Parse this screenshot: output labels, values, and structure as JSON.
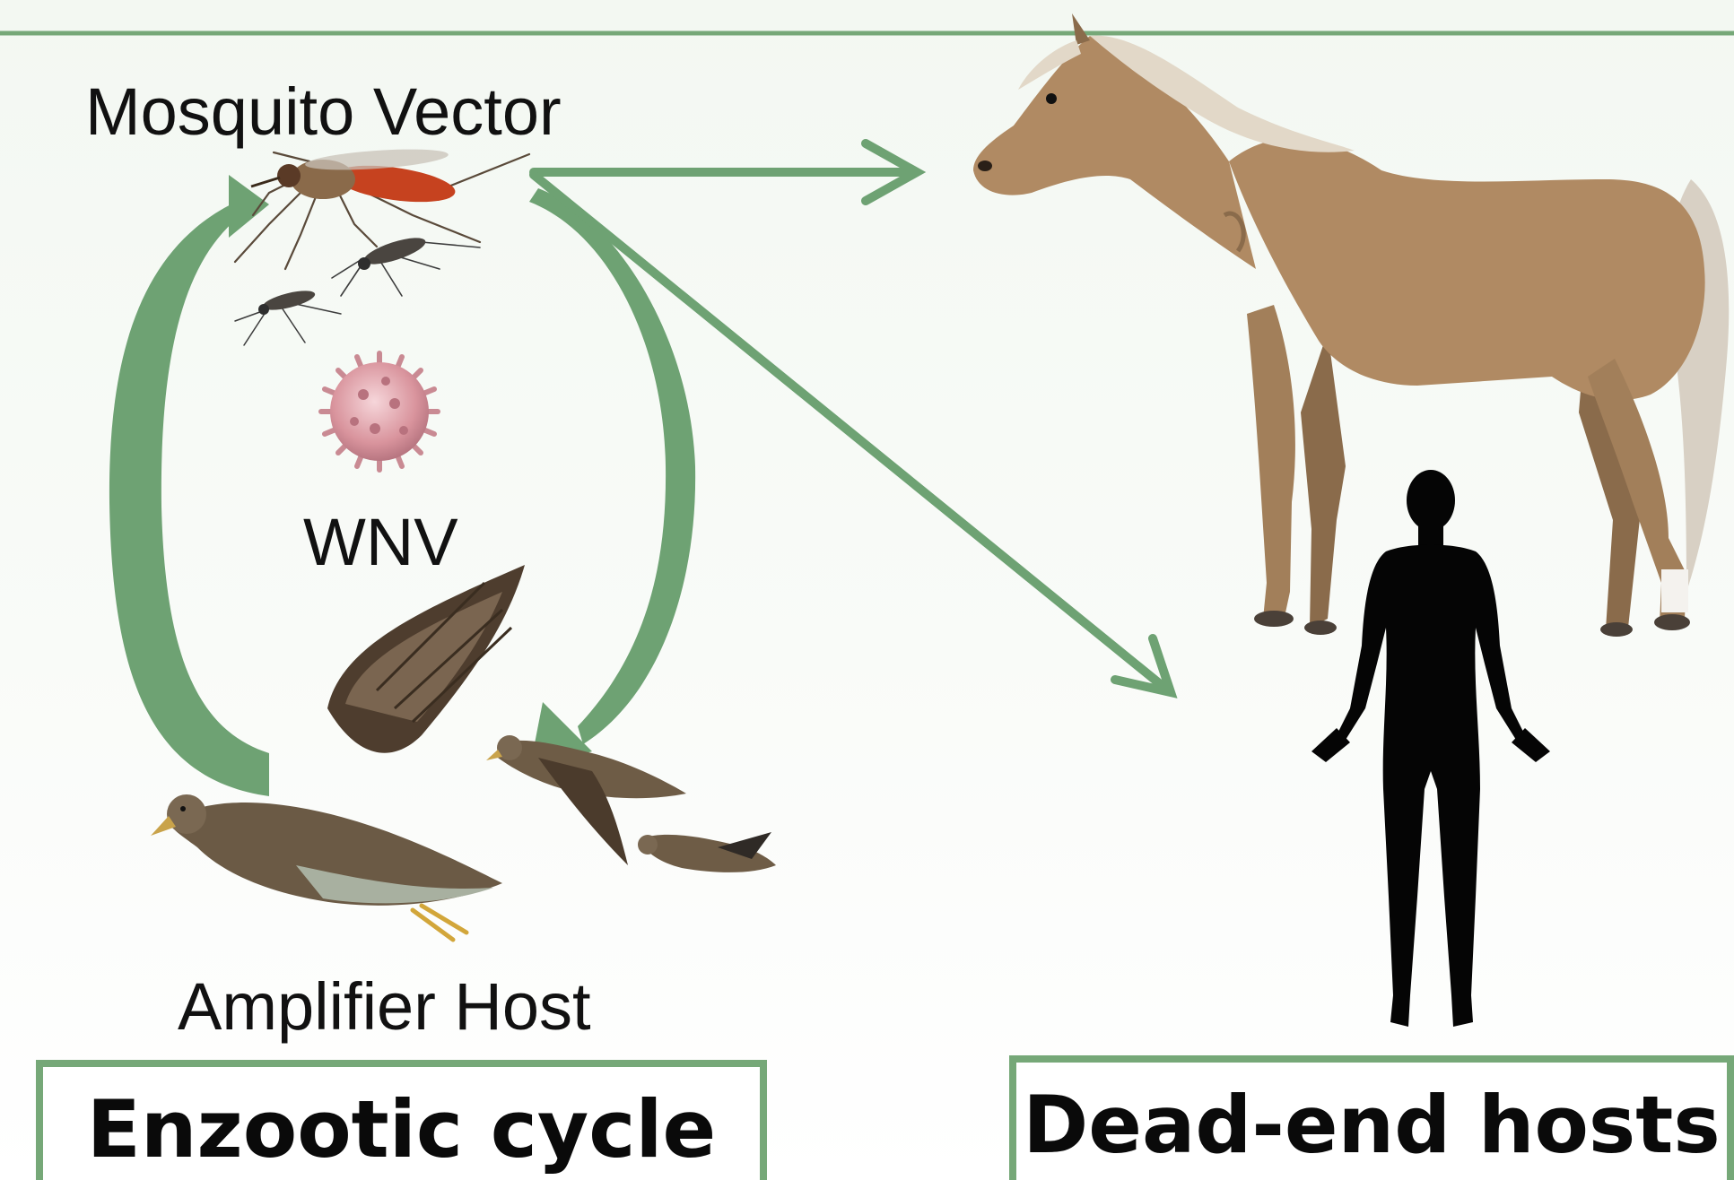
{
  "labels": {
    "vector": "Mosquito Vector",
    "virus": "WNV",
    "amplifier": "Amplifier Host"
  },
  "boxes": {
    "enzootic": "Enzootic cycle",
    "dead_end": "Dead-end hosts"
  },
  "colors": {
    "arrow_green": "#6ea273",
    "border_green": "#76a878",
    "horse": "#b08a63",
    "human": "#050505",
    "virus": "#e4adb5",
    "bird": "#6b5a45"
  },
  "icons": [
    "mosquito-icon",
    "virus-icon",
    "bird-icon",
    "horse-icon",
    "human-icon"
  ]
}
